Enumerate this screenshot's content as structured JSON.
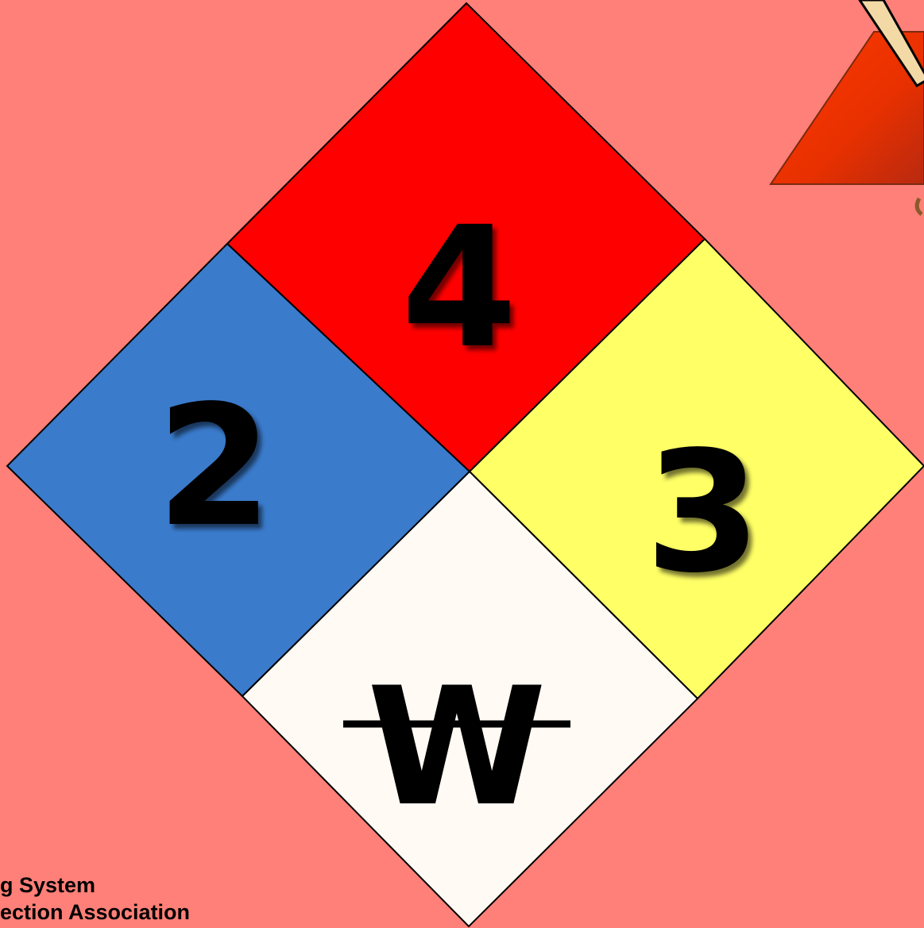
{
  "colors": {
    "background": "#FF8078",
    "flammability": "#FF0000",
    "health": "#3A7BCC",
    "instability": "#FFFF66",
    "special": "#FFFAF3",
    "outline": "#000000",
    "clipart_flag": "#FF3300",
    "clipart_pole": "#F2D9A6"
  },
  "diamond": {
    "flammability": "4",
    "health": "2",
    "instability": "3",
    "special": "W"
  },
  "caption": {
    "line1": "g System",
    "line2": "ection Association"
  },
  "icons": {
    "clipart": "flag-clipart-icon"
  }
}
